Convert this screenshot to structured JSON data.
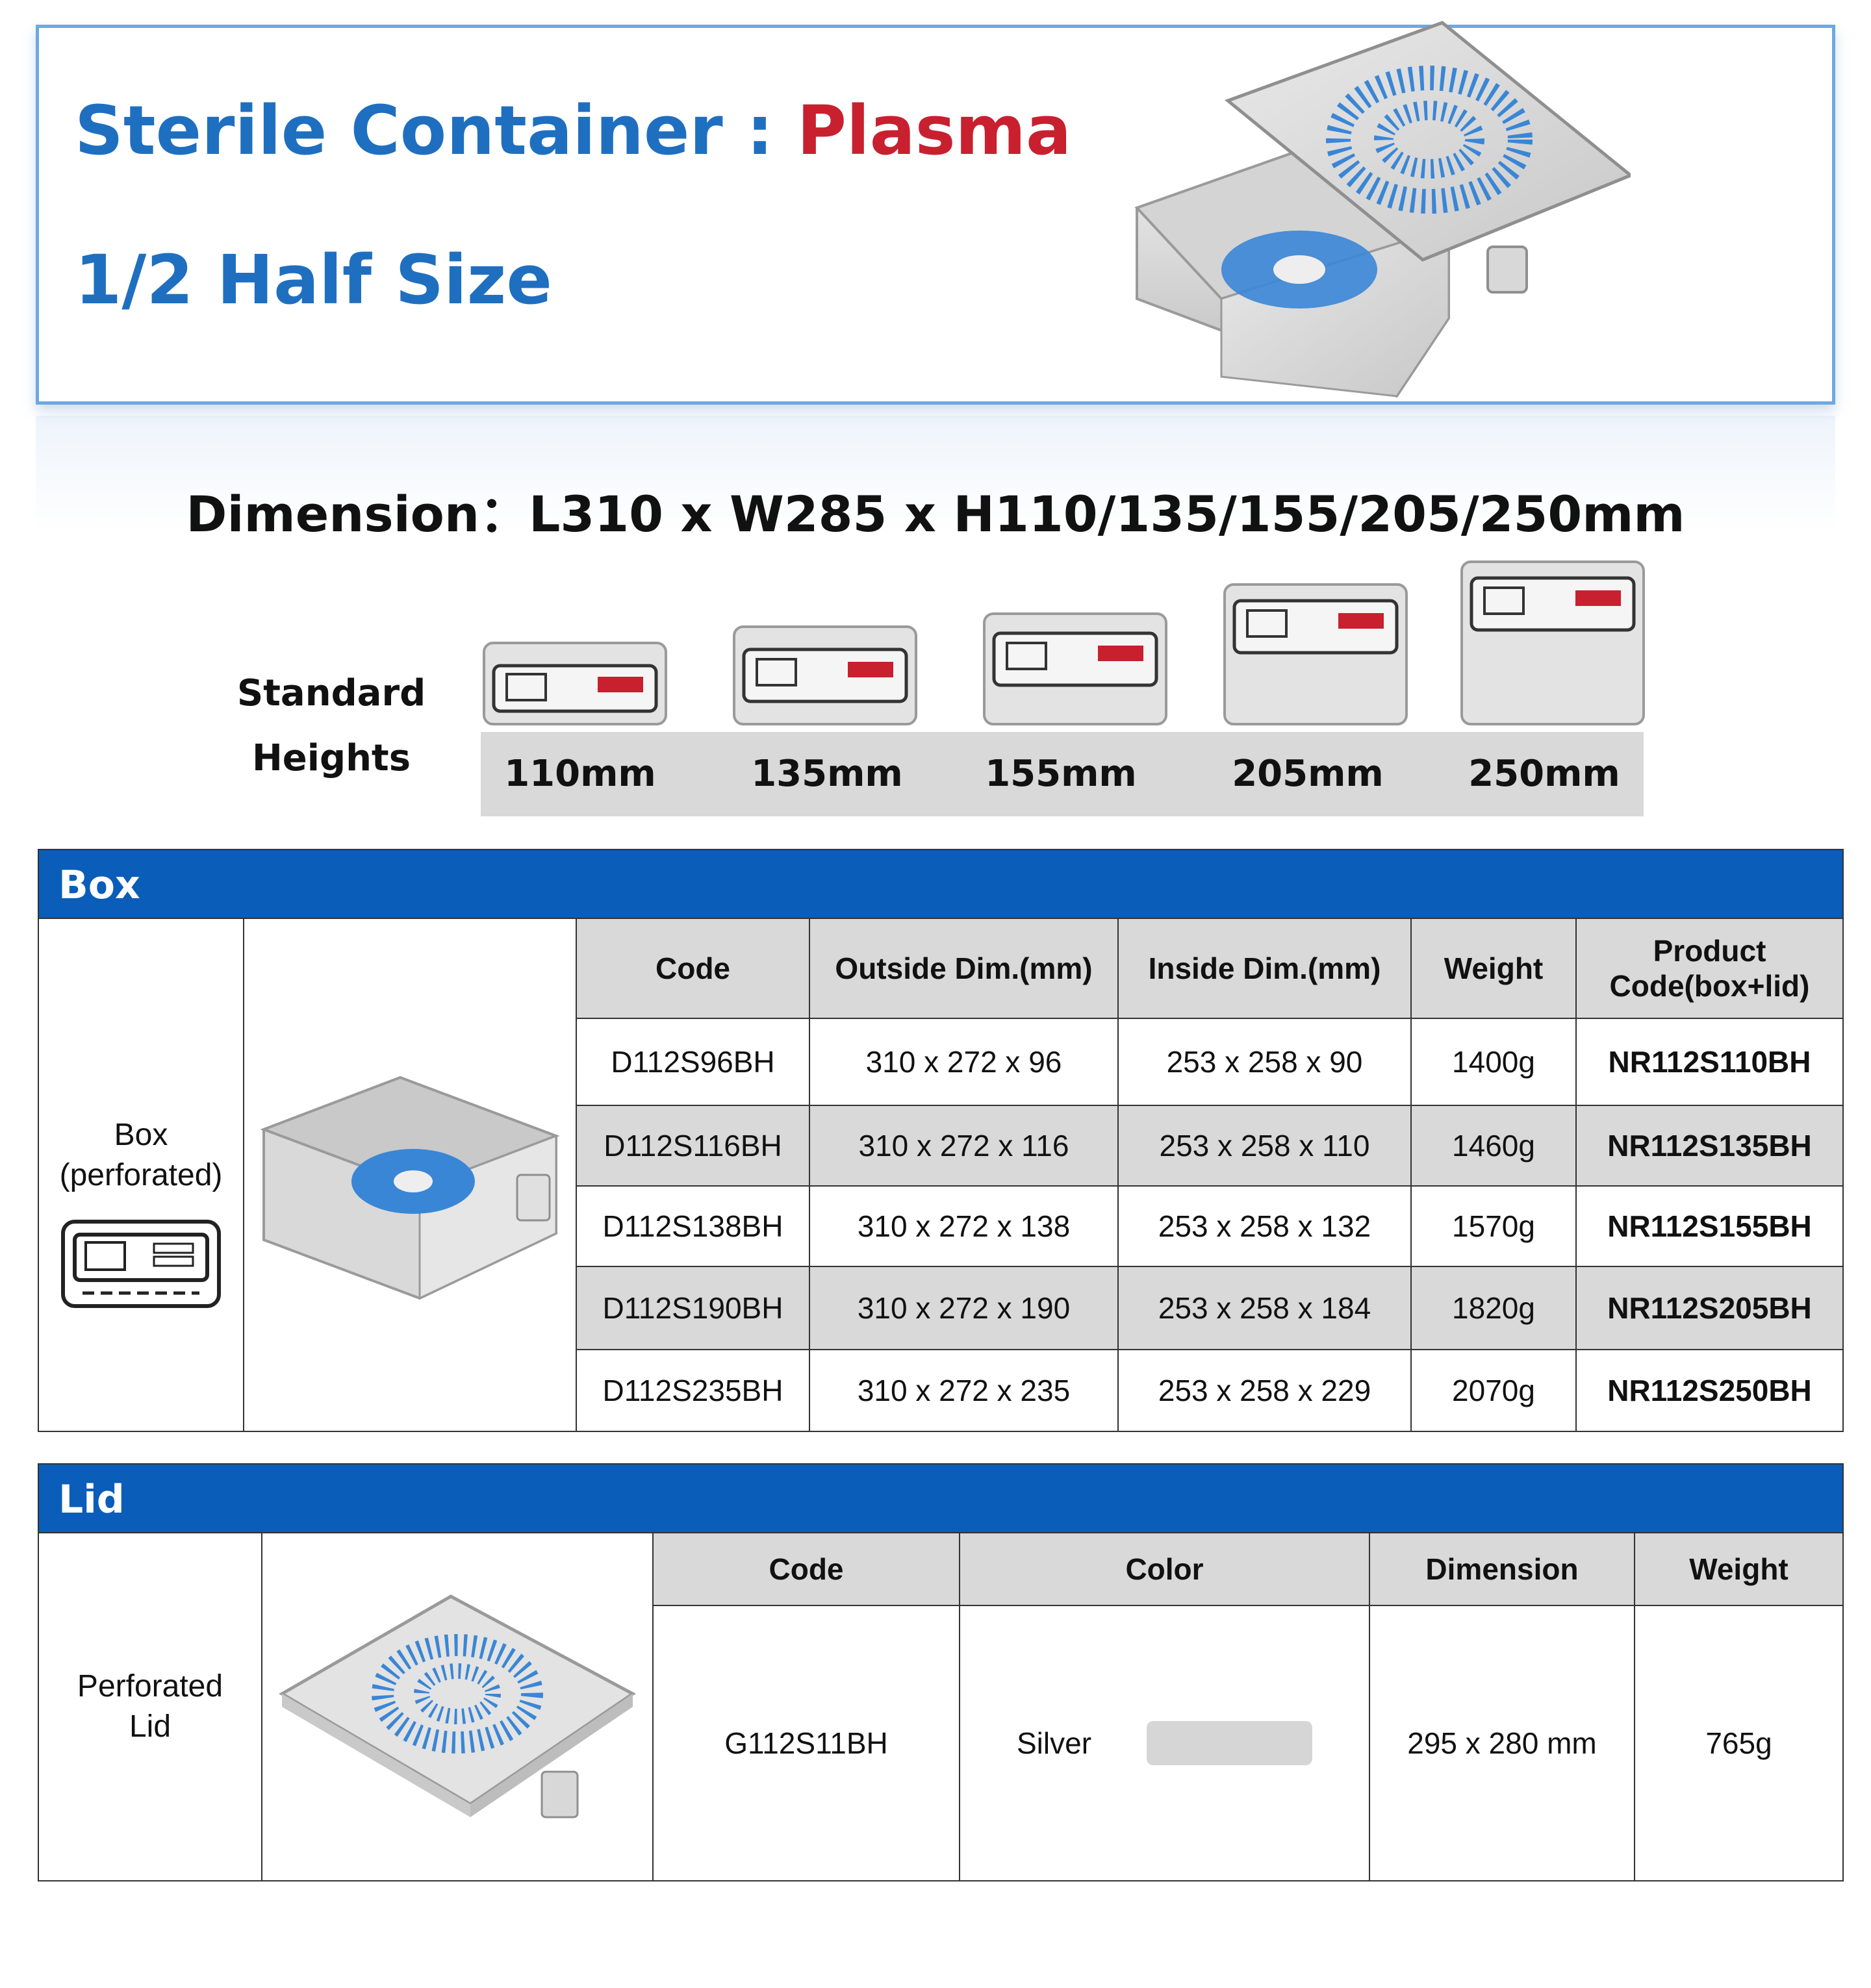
{
  "header": {
    "title_prefix": "Sterile Container : ",
    "title_accent": "Plasma",
    "subtitle": "1/2 Half Size"
  },
  "dimension_text": "Dimension：L310 x W285 x H110/135/155/205/250mm",
  "standard_heights": {
    "label_line1": "Standard",
    "label_line2": "Heights",
    "items": [
      "110mm",
      "135mm",
      "155mm",
      "205mm",
      "250mm"
    ]
  },
  "box": {
    "section_title": "Box",
    "label_line1": "Box",
    "label_line2": "(perforated)",
    "headers": [
      "Code",
      "Outside Dim.(mm)",
      "Inside Dim.(mm)",
      "Weight",
      "Product Code(box+lid)"
    ],
    "rows": [
      [
        "D112S96BH",
        "310 x 272 x 96",
        "253 x 258 x 90",
        "1400g",
        "NR112S110BH"
      ],
      [
        "D112S116BH",
        "310 x 272 x 116",
        "253 x 258 x 110",
        "1460g",
        "NR112S135BH"
      ],
      [
        "D112S138BH",
        "310 x 272 x 138",
        "253 x 258 x 132",
        "1570g",
        "NR112S155BH"
      ],
      [
        "D112S190BH",
        "310 x 272 x 190",
        "253 x 258 x 184",
        "1820g",
        "NR112S205BH"
      ],
      [
        "D112S235BH",
        "310 x 272 x 235",
        "253 x 258 x 229",
        "2070g",
        "NR112S250BH"
      ]
    ]
  },
  "lid": {
    "section_title": "Lid",
    "label_line1": "Perforated",
    "label_line2": "Lid",
    "headers": [
      "Code",
      "Color",
      "Dimension",
      "Weight"
    ],
    "row": {
      "code": "G112S11BH",
      "color": "Silver",
      "dimension": "295 x 280 mm",
      "weight": "765g"
    }
  },
  "colors": {
    "brand_blue": "#1f6fc0",
    "accent_red": "#c8202f",
    "section_blue": "#0a5db8",
    "perforation_blue": "#3a86d6",
    "silver_swatch": "#d6d6d6"
  }
}
